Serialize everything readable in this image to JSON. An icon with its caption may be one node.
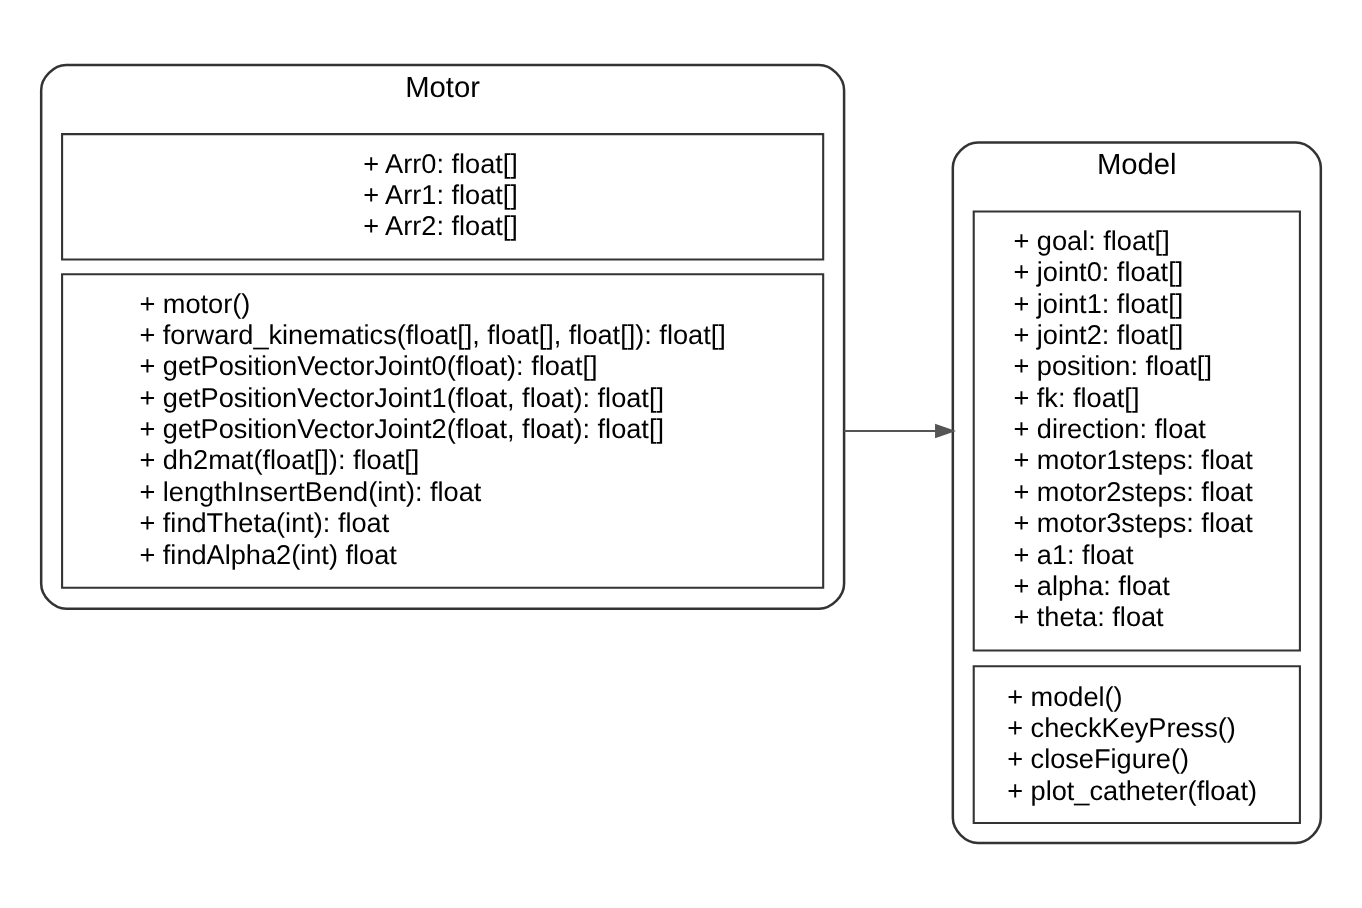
{
  "diagram": {
    "nodes": [
      {
        "text": [
          "Motor"
        ]
      },
      {
        "text": [
          "+ Arr0: float[]",
          "+ Arr1: float[]",
          "+ Arr2: float[]"
        ],
        "in": 0
      },
      {
        "text": [
          "+ motor()",
          "+ forward_kinematics(float[], float[], float[]): float[]",
          "+ getPositionVectorJoint0(float): float[]",
          "+ getPositionVectorJoint1(float, float): float[]",
          "+ getPositionVectorJoint2(float, float): float[]",
          "+ dh2mat(float[]): float[]",
          "+ lengthInsertBend(int): float",
          "+ findTheta(int): float",
          "+ findAlpha2(int) float"
        ],
        "in": 0
      },
      {
        "text": [
          "Model"
        ]
      },
      {
        "text": [
          "+ goal: float[]",
          "+ joint0: float[]",
          "+ joint1: float[]",
          "+ joint2: float[]",
          "+ position: float[]",
          "+ fk: float[]",
          "+ direction: float",
          "+ motor1steps: float",
          "+ motor2steps: float",
          "+ motor3steps: float",
          "+ a1: float",
          "+ alpha: float",
          "+ theta: float"
        ],
        "in": 3
      },
      {
        "text": [
          "+ model()",
          "+ checkKeyPress()",
          "+ closeFigure()",
          "+ plot_catheter(float)"
        ],
        "in": 3
      }
    ],
    "edges": [
      {
        "from": 0,
        "to": 3,
        "arrow": "to"
      }
    ]
  }
}
